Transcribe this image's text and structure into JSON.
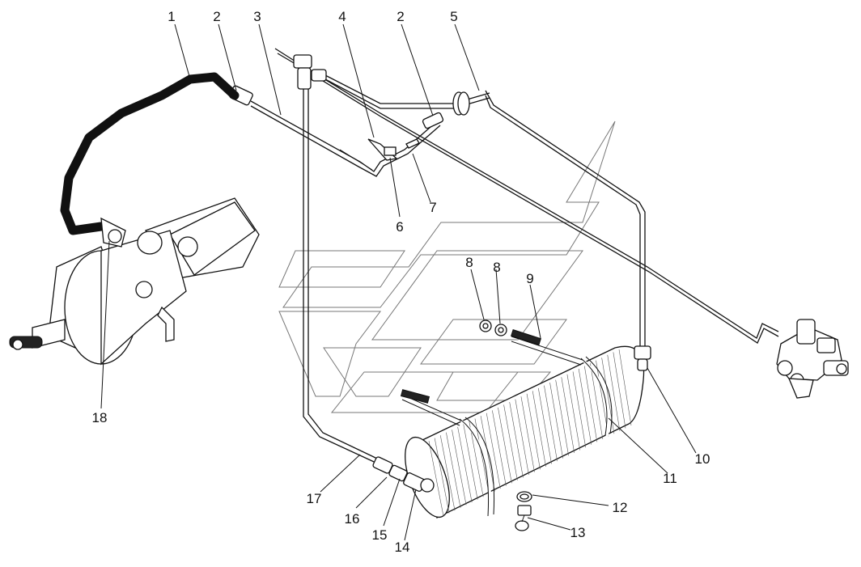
{
  "callouts": [
    {
      "id": "1",
      "text": "1"
    },
    {
      "id": "2a",
      "text": "2"
    },
    {
      "id": "3",
      "text": "3"
    },
    {
      "id": "4",
      "text": "4"
    },
    {
      "id": "2b",
      "text": "2"
    },
    {
      "id": "5",
      "text": "5"
    },
    {
      "id": "6",
      "text": "6"
    },
    {
      "id": "7",
      "text": "7"
    },
    {
      "id": "8a",
      "text": "8"
    },
    {
      "id": "8b",
      "text": "8"
    },
    {
      "id": "9",
      "text": "9"
    },
    {
      "id": "10",
      "text": "10"
    },
    {
      "id": "11",
      "text": "11"
    },
    {
      "id": "12",
      "text": "12"
    },
    {
      "id": "13",
      "text": "13"
    },
    {
      "id": "14",
      "text": "14"
    },
    {
      "id": "15",
      "text": "15"
    },
    {
      "id": "16",
      "text": "16"
    },
    {
      "id": "17",
      "text": "17"
    },
    {
      "id": "18",
      "text": "18"
    }
  ]
}
